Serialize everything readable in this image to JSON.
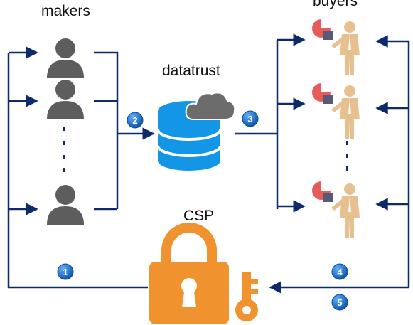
{
  "labels": {
    "makers": "makers",
    "datatrust": "datatrust",
    "buyers": "buyers",
    "csp": "CSP"
  },
  "steps": [
    "1",
    "2",
    "3",
    "4",
    "5"
  ],
  "colors": {
    "line": "#0d2a6b",
    "badge": "#1f6fc3",
    "person": "#5d5d5d",
    "db": "#1496e6",
    "cloud": "#6c6c6c",
    "buyer": "#e7c08f",
    "lock": "#f0932e",
    "pie": "#e85b5b"
  },
  "icons": [
    "maker-person-icon",
    "database-icon",
    "cloud-icon",
    "buyer-person-icon",
    "pie-chart-icon",
    "padlock-icon",
    "key-icon"
  ]
}
